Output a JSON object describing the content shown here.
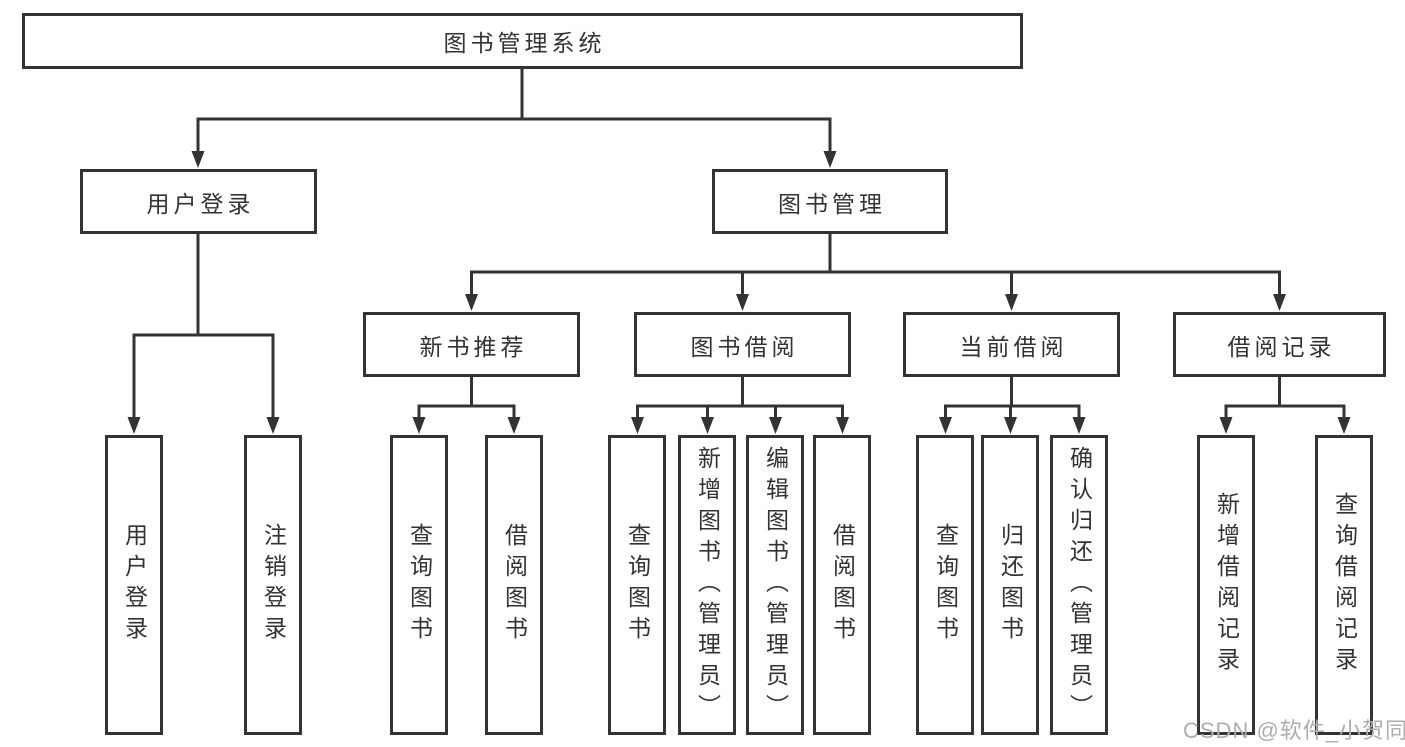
{
  "diagram_type": "hierarchy-tree",
  "tree": {
    "label": "图书管理系统",
    "children": [
      {
        "label": "用户登录",
        "children": [
          {
            "label": "用户登录"
          },
          {
            "label": "注销登录"
          }
        ]
      },
      {
        "label": "图书管理",
        "children": [
          {
            "label": "新书推荐",
            "children": [
              {
                "label": "查询图书"
              },
              {
                "label": "借阅图书"
              }
            ]
          },
          {
            "label": "图书借阅",
            "children": [
              {
                "label": "查询图书"
              },
              {
                "label": "新增图书（管理员）"
              },
              {
                "label": "编辑图书（管理员）"
              },
              {
                "label": "借阅图书"
              }
            ]
          },
          {
            "label": "当前借阅",
            "children": [
              {
                "label": "查询图书"
              },
              {
                "label": "归还图书"
              },
              {
                "label": "确认归还（管理员）"
              }
            ]
          },
          {
            "label": "借阅记录",
            "children": [
              {
                "label": "新增借阅记录"
              },
              {
                "label": "查询借阅记录"
              }
            ]
          }
        ]
      }
    ]
  },
  "watermark": "CSDN @软件_小贺同学",
  "colors": {
    "line": "#333333",
    "box_border": "#333333",
    "text": "#333333",
    "background": "#ffffff",
    "watermark": "#adadad"
  }
}
